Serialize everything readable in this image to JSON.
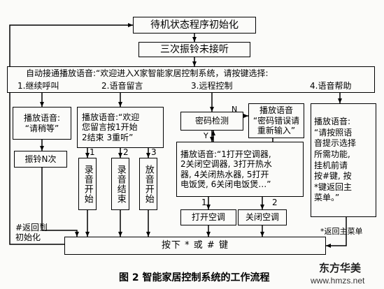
{
  "nodes": {
    "init": "待机状态程序初始化",
    "ring3": "三次振铃未接听",
    "autoAnswer": "自动接通播放语音:“欢迎进入X家智能家居控制系统，请按键选择:",
    "opt1": "1.继续呼叫",
    "opt2": "2.语音留言",
    "opt3": "3.远程控制",
    "opt4": "4.语音帮助",
    "waitPrompt": "播放语音:\n“请稍等”",
    "ringN": "振铃N次",
    "msgPrompt": "播放语音:“欢迎\n您留言按1开始\n2结束 3重听”",
    "recStart": "录音开始",
    "recEnd": "录音结束",
    "playStart": "放音开始",
    "pwdCheck": "密码检测",
    "pwdError": "播放语音\n“密码错误请\n重新输入”",
    "ctrlPrompt": "播放语音:“1打开空调器,\n2关闭空调器, 3打开热水\n器, 4关闭热水器, 5打开\n电饭煲, 6关闭电饭煲…”",
    "acOn": "打开空调",
    "acOff": "关闭空调",
    "helpPrompt": "播放语音:\n“请按照语\n音提示选择\n所需功能,\n挂机前请\n按#键, 按\n*键返回主\n菜单。”",
    "pressKey": "按下 * 或 # 键"
  },
  "labels": {
    "n": "N",
    "y": "Y",
    "k1": "1",
    "k2": "2",
    "k3": "3",
    "kb1": "1",
    "kb2": "2",
    "backInit": "#返回到\n初始化",
    "backMain": "*返回主菜单"
  },
  "caption": "图 2   智能家居控制系统的工作流程",
  "watermark": {
    "brand": "东方华美",
    "url": "www.hmzs.net"
  }
}
